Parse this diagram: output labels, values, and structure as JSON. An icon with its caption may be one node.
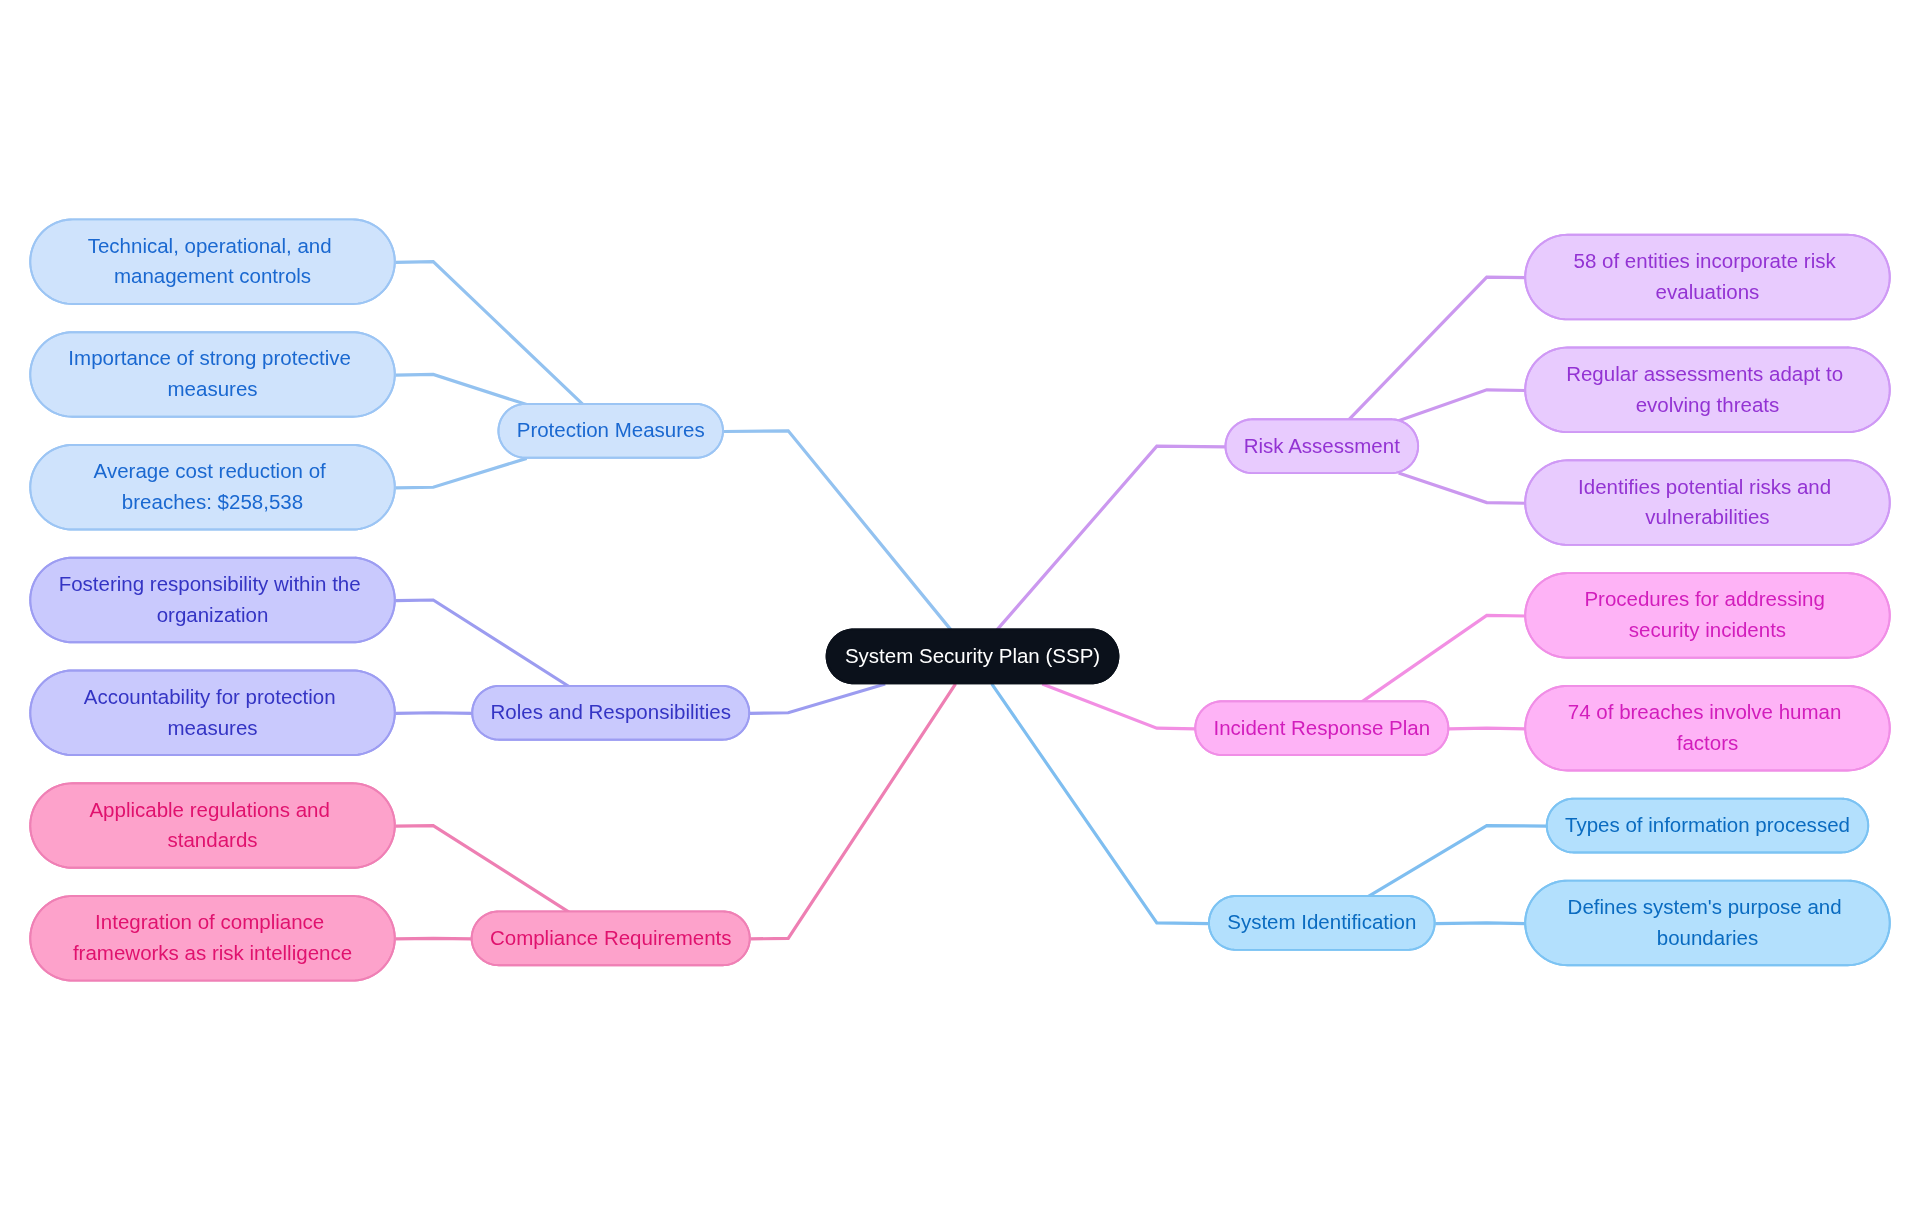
{
  "diagram": {
    "nodes": [
      {
        "text": [
          "System Security Plan (SSP)"
        ]
      },
      {
        "text": [
          "Risk Assessment"
        ]
      },
      {
        "text": [
          "58 of entities incorporate risk evaluations"
        ]
      },
      {
        "text": [
          "Regular assessments adapt to evolving threats"
        ]
      },
      {
        "text": [
          "Identifies potential risks and vulnerabilities"
        ]
      },
      {
        "text": [
          "Incident Response Plan"
        ]
      },
      {
        "text": [
          "Procedures for addressing security incidents"
        ]
      },
      {
        "text": [
          "74 of breaches involve human factors"
        ]
      },
      {
        "text": [
          "System Identification"
        ]
      },
      {
        "text": [
          "Types of information processed"
        ]
      },
      {
        "text": [
          "Defines system's purpose and boundaries"
        ]
      },
      {
        "text": [
          "Protection Measures"
        ]
      },
      {
        "text": [
          "Technical, operational, and management controls"
        ]
      },
      {
        "text": [
          "Importance of strong protective measures"
        ]
      },
      {
        "text": [
          "Average cost reduction of breaches: $258,538"
        ]
      },
      {
        "text": [
          "Roles and Responsibilities"
        ]
      },
      {
        "text": [
          "Fostering responsibility within the organization"
        ]
      },
      {
        "text": [
          "Accountability for protection measures"
        ]
      },
      {
        "text": [
          "Compliance Requirements"
        ]
      },
      {
        "text": [
          "Applicable regulations and standards"
        ]
      },
      {
        "text": [
          "Integration of compliance frameworks as risk intelligence"
        ]
      }
    ],
    "edges": [
      {
        "from": 0,
        "to": 1,
        "arrow": "none",
        "color": "#cb98ef"
      },
      {
        "from": 1,
        "to": 2,
        "arrow": "none",
        "color": "#cb98ef"
      },
      {
        "from": 1,
        "to": 3,
        "arrow": "none",
        "color": "#cb98ef"
      },
      {
        "from": 1,
        "to": 4,
        "arrow": "none",
        "color": "#cb98ef"
      },
      {
        "from": 0,
        "to": 5,
        "arrow": "none",
        "color": "#f28fe3"
      },
      {
        "from": 5,
        "to": 6,
        "arrow": "none",
        "color": "#f28fe3"
      },
      {
        "from": 5,
        "to": 7,
        "arrow": "none",
        "color": "#f28fe3"
      },
      {
        "from": 0,
        "to": 8,
        "arrow": "none",
        "color": "#7fbef0"
      },
      {
        "from": 8,
        "to": 9,
        "arrow": "none",
        "color": "#7fbef0"
      },
      {
        "from": 8,
        "to": 10,
        "arrow": "none",
        "color": "#7fbef0"
      },
      {
        "from": 11,
        "to": 0,
        "arrow": "none",
        "color": "#93c2f0"
      },
      {
        "from": 12,
        "to": 11,
        "arrow": "none",
        "color": "#93c2f0"
      },
      {
        "from": 13,
        "to": 11,
        "arrow": "none",
        "color": "#93c2f0"
      },
      {
        "from": 14,
        "to": 11,
        "arrow": "none",
        "color": "#93c2f0"
      },
      {
        "from": 15,
        "to": 0,
        "arrow": "none",
        "color": "#9c9cf0"
      },
      {
        "from": 16,
        "to": 15,
        "arrow": "none",
        "color": "#9c9cf0"
      },
      {
        "from": 17,
        "to": 15,
        "arrow": "none",
        "color": "#9c9cf0"
      },
      {
        "from": 18,
        "to": 0,
        "arrow": "none",
        "color": "#ee7fb3"
      },
      {
        "from": 19,
        "to": 18,
        "arrow": "none",
        "color": "#ee7fb3"
      },
      {
        "from": 20,
        "to": 18,
        "arrow": "none",
        "color": "#ee7fb3"
      }
    ]
  }
}
